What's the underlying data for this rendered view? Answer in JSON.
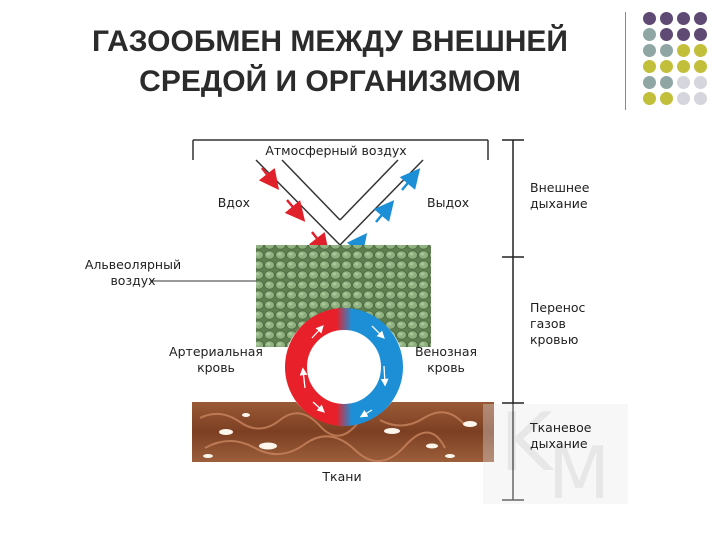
{
  "title": {
    "line1": "ГАЗООБМЕН МЕЖДУ ВНЕШНЕЙ",
    "line2": "СРЕДОЙ И ОРГАНИЗМОМ"
  },
  "decor": {
    "palette": {
      "purple": "#5e4a72",
      "teal": "#8fa6a5",
      "olive": "#c2bf3a",
      "gray": "#d5d5dd"
    },
    "dot_grid": [
      [
        "purple",
        "purple",
        "purple",
        "purple"
      ],
      [
        "teal",
        "purple",
        "purple",
        "purple"
      ],
      [
        "teal",
        "teal",
        "olive",
        "olive"
      ],
      [
        "olive",
        "olive",
        "olive",
        "olive"
      ],
      [
        "teal",
        "teal",
        "gray",
        "gray"
      ],
      [
        "olive",
        "olive",
        "gray",
        "gray"
      ]
    ]
  },
  "diagram": {
    "labels": {
      "atmosphere": "Атмосферный воздух",
      "inhale": "Вдох",
      "exhale": "Выдох",
      "alveolar_line1": "Альвеолярный",
      "alveolar_line2": "воздух",
      "arterial_line1": "Артериальная",
      "arterial_line2": "кровь",
      "venous_line1": "Венозная",
      "venous_line2": "кровь",
      "tissues": "Ткани"
    },
    "stages": [
      {
        "line1": "Внешнее",
        "line2": "дыхание"
      },
      {
        "line1": "Перенос",
        "line2": "газов",
        "line3": "кровью"
      },
      {
        "line1": "Тканевое",
        "line2": "дыхание"
      }
    ],
    "colors": {
      "arterial": "#e8202a",
      "venous": "#1d8fd6",
      "alveoli": "#6f9160",
      "tissue": "#8a4a2a"
    }
  }
}
